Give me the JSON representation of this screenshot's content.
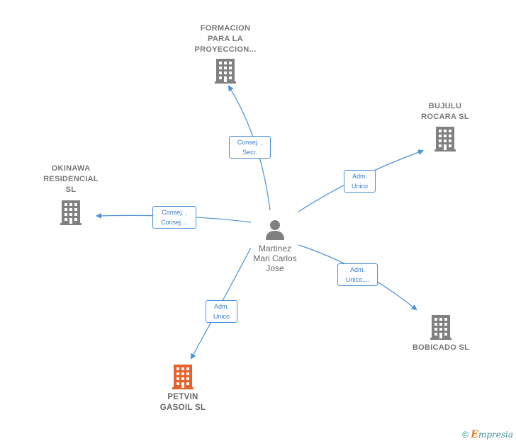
{
  "center": {
    "name": "Martinez\nMari Carlos\nJose",
    "icon": "person-icon"
  },
  "companies": [
    {
      "id": "formacion",
      "label": "FORMACION\nPARA LA\nPROYECCION...",
      "icon": "building-icon",
      "color": "#808080"
    },
    {
      "id": "bujulu",
      "label": "BUJULU\nROCARA SL",
      "icon": "building-icon",
      "color": "#808080"
    },
    {
      "id": "okinawa",
      "label": "OKINAWA\nRESIDENCIAL\nSL",
      "icon": "building-icon",
      "color": "#808080"
    },
    {
      "id": "bobicado",
      "label": "BOBICADO  SL",
      "icon": "building-icon",
      "color": "#808080"
    },
    {
      "id": "petvin",
      "label": "PETVIN\nGASOIL  SL",
      "icon": "building-icon",
      "color": "#e8602c"
    }
  ],
  "relations": [
    {
      "to": "formacion",
      "label": "Consej. ,\nSecr."
    },
    {
      "to": "bujulu",
      "label": "Adm.\nUnico"
    },
    {
      "to": "okinawa",
      "label": "Consej. ,\nConsej...."
    },
    {
      "to": "bobicado",
      "label": "Adm.\nUnico,..."
    },
    {
      "to": "petvin",
      "label": "Adm.\nUnico"
    }
  ],
  "colors": {
    "edge": "#4a90d9",
    "person": "#808080"
  },
  "footer": {
    "copyright": "©",
    "brand_e": "E",
    "brand_rest": "mpresia"
  }
}
